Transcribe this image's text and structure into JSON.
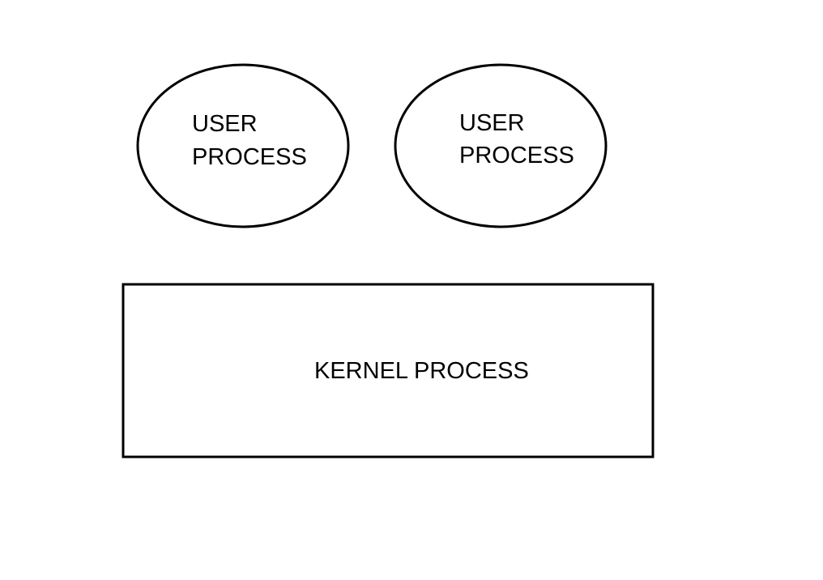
{
  "diagram": {
    "user_process_1": {
      "line1": "USER",
      "line2": "PROCESS"
    },
    "user_process_2": {
      "line1": "USER",
      "line2": "PROCESS"
    },
    "kernel_process": {
      "label": "KERNEL PROCESS"
    },
    "colors": {
      "stroke": "#000000",
      "background": "#ffffff",
      "text": "#000000"
    }
  }
}
